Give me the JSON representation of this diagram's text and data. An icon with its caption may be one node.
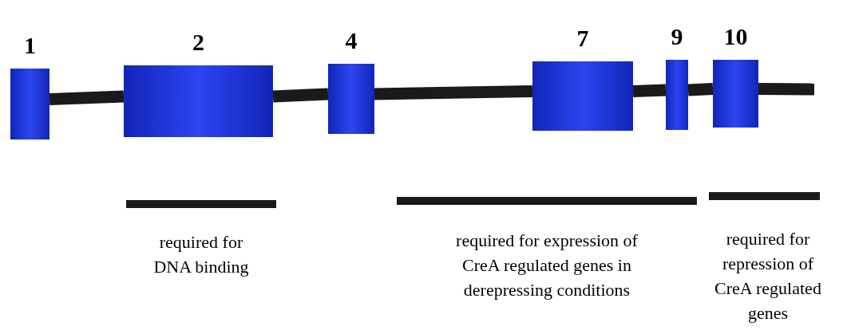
{
  "diagram": {
    "nodes": [
      {
        "text": [
          "1"
        ]
      },
      {
        "text": [
          "2"
        ]
      },
      {
        "text": [
          "4"
        ]
      },
      {
        "text": [
          "7"
        ]
      },
      {
        "text": [
          "9"
        ]
      },
      {
        "text": [
          "10"
        ]
      }
    ],
    "edges": [
      {
        "from": 0,
        "to": 1,
        "arrow": "none"
      },
      {
        "from": 1,
        "to": 2,
        "arrow": "none"
      },
      {
        "from": 2,
        "to": 3,
        "arrow": "none"
      },
      {
        "from": 3,
        "to": 4,
        "arrow": "none"
      },
      {
        "from": 4,
        "to": 5,
        "arrow": "none"
      },
      {
        "from": 5,
        "to": null,
        "arrow": "none"
      }
    ],
    "labels": [
      "required for DNA binding",
      "required for expression of CreA regulated genes in derepressing conditions",
      "required for repression of CreA regulated genes"
    ]
  }
}
